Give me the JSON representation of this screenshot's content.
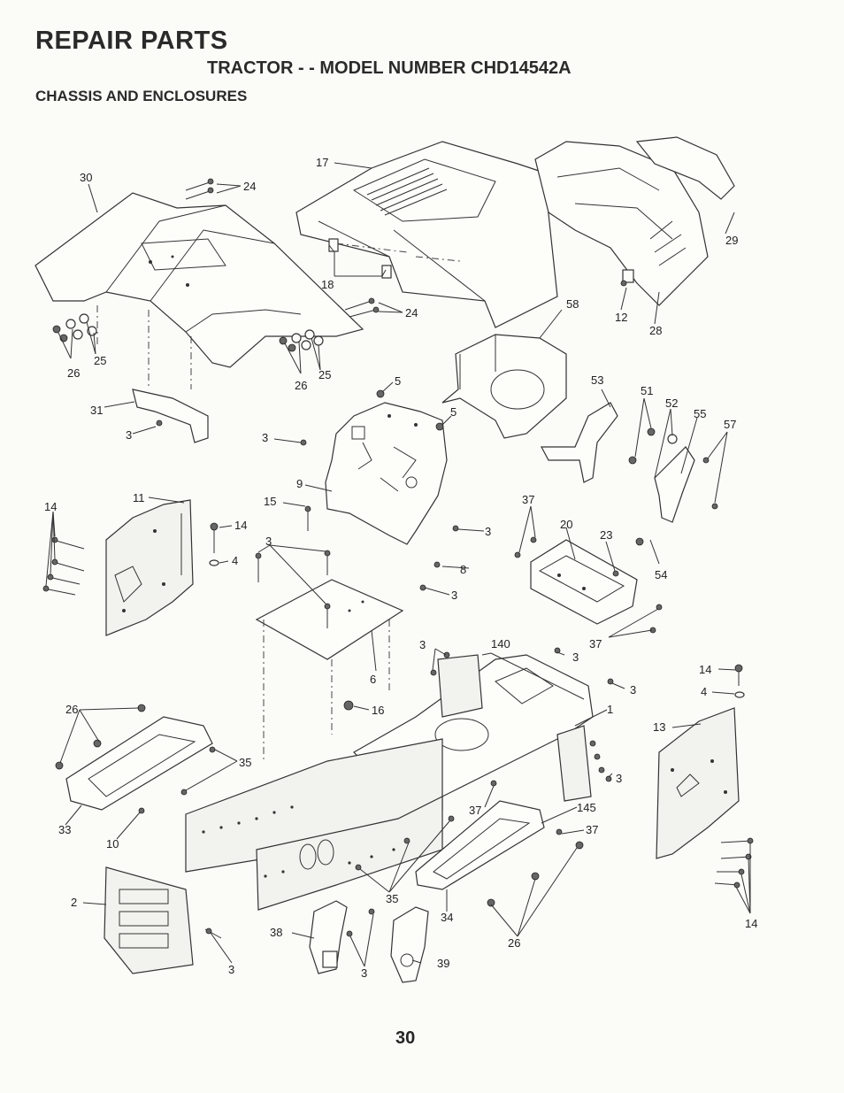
{
  "header": {
    "title": "REPAIR PARTS",
    "subtitle": "TRACTOR - - MODEL NUMBER CHD14542A",
    "section": "CHASSIS AND ENCLOSURES"
  },
  "callouts": {
    "c30": "30",
    "c24a": "24",
    "c17": "17",
    "c29": "29",
    "c18": "18",
    "c24b": "24",
    "c58": "58",
    "c12": "12",
    "c28": "28",
    "c26a": "26",
    "c25a": "25",
    "c26b": "26",
    "c25b": "25",
    "c5a": "5",
    "c5b": "5",
    "c53": "53",
    "c51": "51",
    "c52": "52",
    "c55": "55",
    "c57": "57",
    "c31": "31",
    "c3a": "3",
    "c3b": "3",
    "c9": "9",
    "c11": "11",
    "c14a": "14",
    "c15": "15",
    "c14b": "14",
    "c4a": "4",
    "c3c": "3",
    "c37a": "37",
    "c20": "20",
    "c23": "23",
    "c54": "54",
    "c3d": "3",
    "c8": "8",
    "c3e": "3",
    "c6": "6",
    "c37b": "37",
    "c3f": "3",
    "c140": "140",
    "c3g": "3",
    "c14c": "14",
    "c4b": "4",
    "c3h": "3",
    "c26c": "26",
    "c16": "16",
    "c1": "1",
    "c13": "13",
    "c35a": "35",
    "c33": "33",
    "c10": "10",
    "c3i": "3",
    "c37c": "37",
    "c145": "145",
    "c37d": "37",
    "c2": "2",
    "c35b": "35",
    "c34": "34",
    "c26d": "26",
    "c38": "38",
    "c39": "39",
    "c3j": "3",
    "c3k": "3",
    "c14d": "14"
  },
  "page_number": "30"
}
